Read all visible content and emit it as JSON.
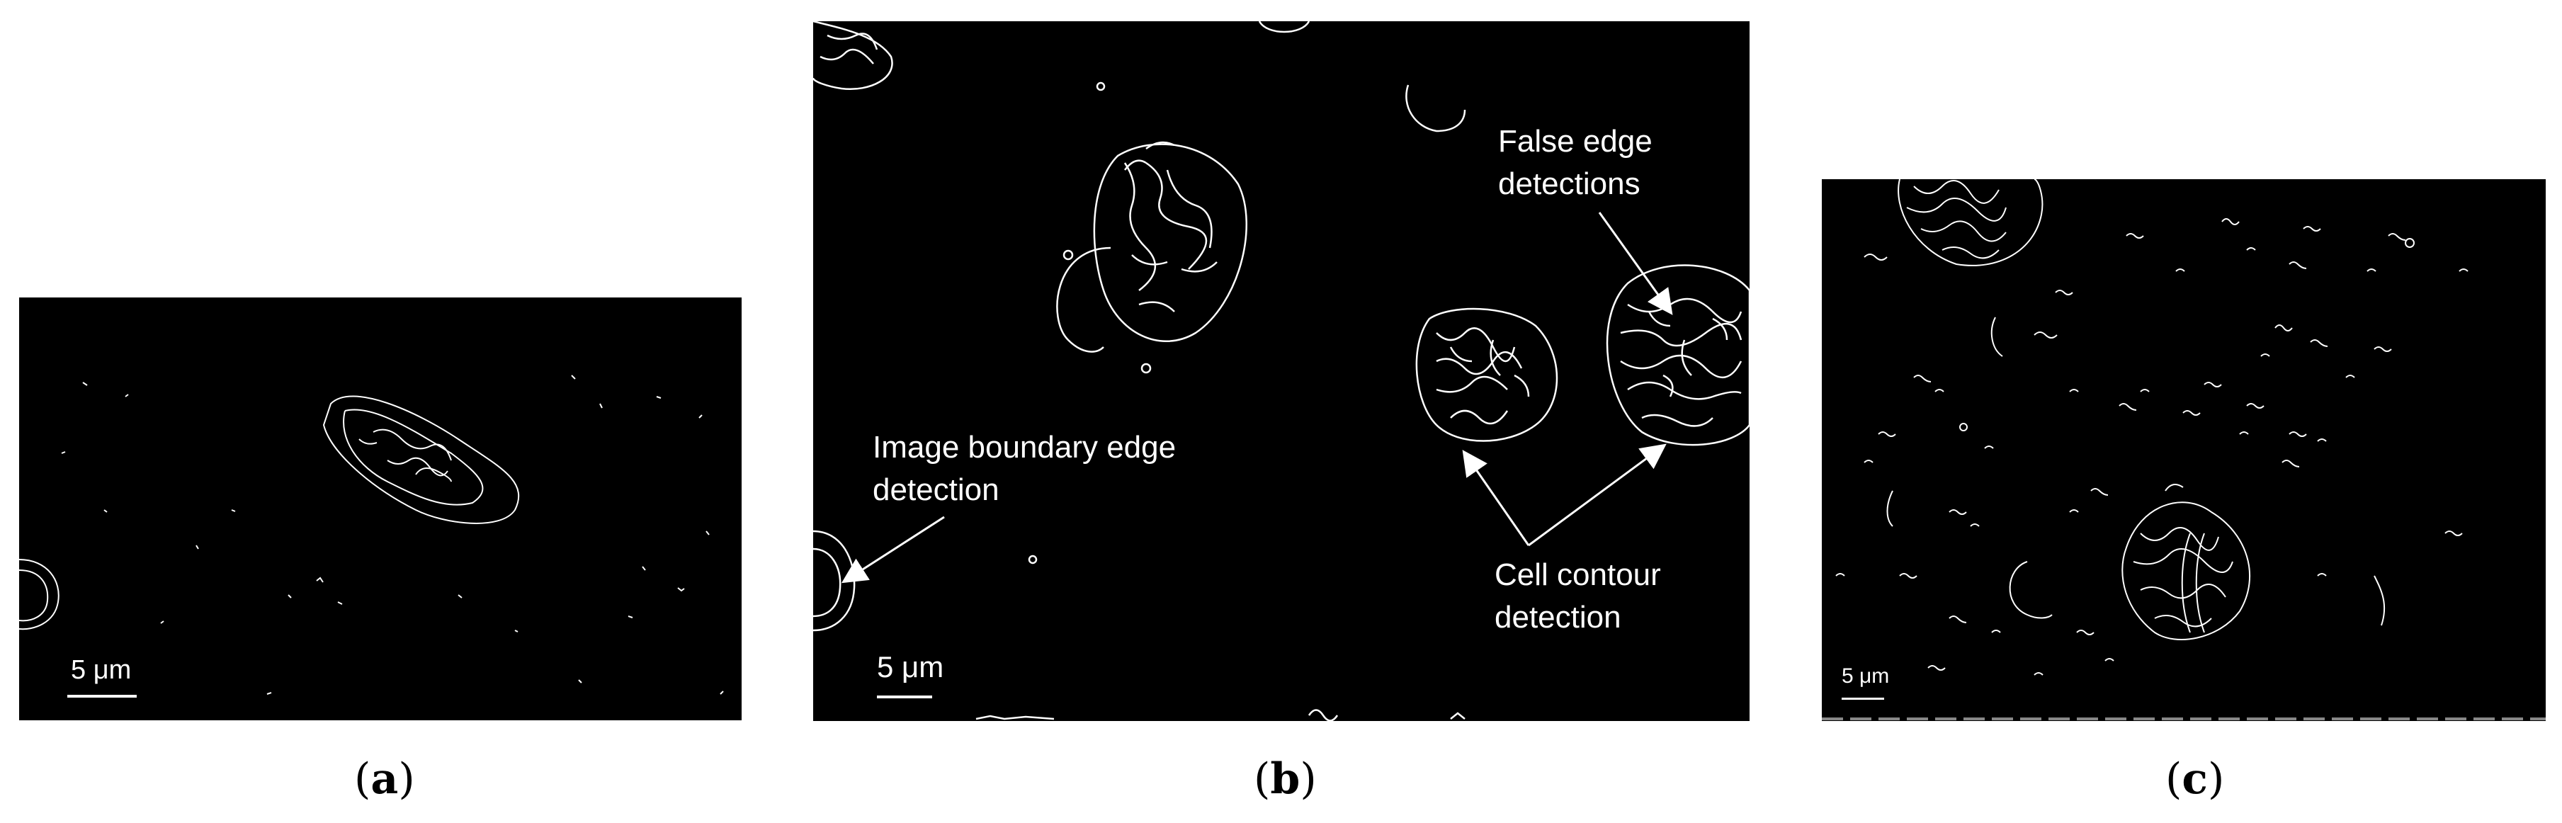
{
  "panels": {
    "a": {
      "scale_label": "5 μm",
      "caption_open": "(",
      "caption_letter": "a",
      "caption_close": ")"
    },
    "b": {
      "scale_label": "5 μm",
      "caption_open": "(",
      "caption_letter": "b",
      "caption_close": ")",
      "annotations": {
        "false_edge_line1": "False edge",
        "false_edge_line2": "detections",
        "boundary_line1": "Image boundary edge",
        "boundary_line2": "detection",
        "cell_contour_line1": "Cell contour",
        "cell_contour_line2": "detection"
      }
    },
    "c": {
      "scale_label": "5 μm",
      "caption_open": "(",
      "caption_letter": "c",
      "caption_close": ")"
    }
  },
  "colors": {
    "background": "#000000",
    "edges": "#ffffff",
    "page": "#ffffff"
  }
}
